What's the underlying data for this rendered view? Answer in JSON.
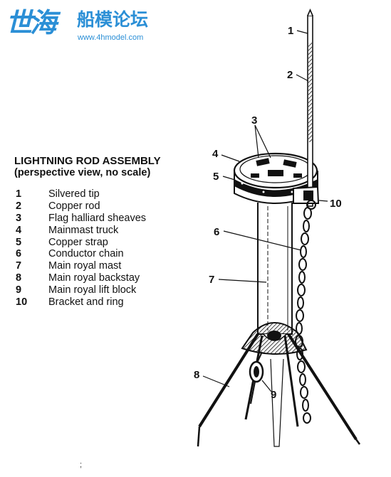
{
  "watermark": {
    "logo_text": "世海",
    "site_name": "船模论坛",
    "url": "www.4hmodel.com",
    "color": "#2b8fd6"
  },
  "diagram": {
    "title": "LIGHTNING ROD ASSEMBLY",
    "subtitle": "(perspective view, no scale)",
    "legend": [
      {
        "number": "1",
        "label": "Silvered tip"
      },
      {
        "number": "2",
        "label": "Copper rod"
      },
      {
        "number": "3",
        "label": "Flag halliard sheaves"
      },
      {
        "number": "4",
        "label": "Mainmast truck"
      },
      {
        "number": "5",
        "label": "Copper strap"
      },
      {
        "number": "6",
        "label": "Conductor chain"
      },
      {
        "number": "7",
        "label": "Main royal mast"
      },
      {
        "number": "8",
        "label": "Main royal backstay"
      },
      {
        "number": "9",
        "label": "Main royal lift block"
      },
      {
        "number": "10",
        "label": "Bracket and ring"
      }
    ],
    "callouts": [
      "1",
      "2",
      "3",
      "4",
      "5",
      "10",
      "6",
      "7",
      "8",
      "9"
    ],
    "stray_mark": ";"
  }
}
